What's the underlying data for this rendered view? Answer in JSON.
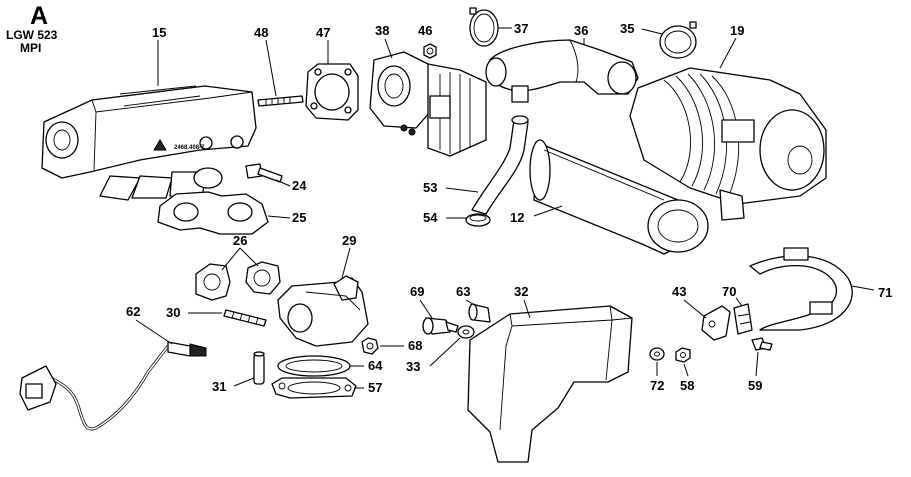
{
  "header": {
    "corner_letter": "A",
    "engine_code": "LGW 523",
    "engine_type": "MPI"
  },
  "stamped_text": {
    "manifold_code": "2468.408-7"
  },
  "callouts": [
    "15",
    "48",
    "47",
    "38",
    "46",
    "37",
    "36",
    "35",
    "19",
    "24",
    "25",
    "53",
    "54",
    "12",
    "26",
    "29",
    "30",
    "62",
    "31",
    "64",
    "57",
    "69",
    "63",
    "33",
    "68",
    "32",
    "72",
    "58",
    "43",
    "70",
    "71",
    "59"
  ]
}
